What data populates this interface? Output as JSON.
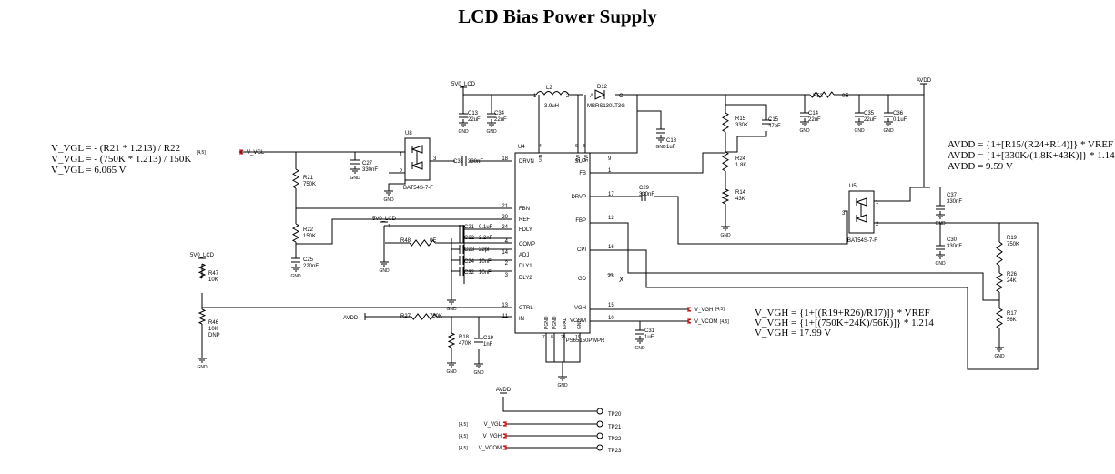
{
  "title": "LCD Bias Power Supply",
  "equations": {
    "vgl": [
      "V_VGL = - (R21 * 1.213) / R22",
      "V_VGL = - (750K * 1.213) / 150K",
      "V_VGL = 6.065 V"
    ],
    "avdd": [
      "AVDD = {1+[R15/(R24+R14)]} * VREF",
      "AVDD = {1+[330K/(1.8K+43K)]} * 1.146",
      "AVDD = 9.59 V"
    ],
    "vgh": [
      "V_VGH = {1+[(R19+R26)/R17)]} * VREF",
      "V_VGH = {1+[(750K+24K)/56K)]} * 1.214",
      "V_VGH = 17.99 V"
    ]
  },
  "nets": {
    "five_v_lcd": "5V0_LCD",
    "avdd": "AVDD",
    "gnd": "GND",
    "v_vgl": "V_VGL",
    "v_vgh": "V_VGH",
    "v_vcom": "V_VCOM",
    "sheet_ref": "[4,5]"
  },
  "ic": {
    "ref": "U4",
    "part": "TPS65150PWPR",
    "left_pins": [
      {
        "num": "18",
        "name": "DRVN"
      },
      {
        "num": "21",
        "name": "FBN"
      },
      {
        "num": "20",
        "name": "REF"
      },
      {
        "num": "24",
        "name": "FDLY"
      },
      {
        "num": "4",
        "name": "COMP"
      },
      {
        "num": "14",
        "name": "ADJ"
      },
      {
        "num": "2",
        "name": "DLY1"
      },
      {
        "num": "3",
        "name": "DLY2"
      },
      {
        "num": "13",
        "name": "CTRL"
      },
      {
        "num": "11",
        "name": "IN"
      }
    ],
    "right_pins": [
      {
        "num": "9",
        "name": "SUP"
      },
      {
        "num": "1",
        "name": "FB"
      },
      {
        "num": "17",
        "name": "DRVP"
      },
      {
        "num": "12",
        "name": "FBP"
      },
      {
        "num": "16",
        "name": "CPI"
      },
      {
        "num": "23",
        "name": "GD"
      },
      {
        "num": "15",
        "name": "VGH"
      },
      {
        "num": "10",
        "name": "VCOM"
      }
    ],
    "top_pins": [
      {
        "num": "4",
        "name": "VIN"
      },
      {
        "num": "6",
        "name": "SW"
      },
      {
        "num": "5",
        "name": "SW"
      }
    ],
    "bottom_pins": [
      {
        "num": "7",
        "name": "PGND"
      },
      {
        "num": "8",
        "name": "PGND"
      },
      {
        "num": "25",
        "name": "EPAD"
      },
      {
        "num": "19",
        "name": "GND"
      }
    ]
  },
  "components": {
    "L2": {
      "ref": "L2",
      "value": "3.9uH",
      "pin1": "1",
      "pin2": "2"
    },
    "D12": {
      "ref": "D12",
      "value": "MBRS130LT3G",
      "a": "A",
      "k": "C"
    },
    "C13": {
      "ref": "C13",
      "value": "22uF"
    },
    "C34": {
      "ref": "C34",
      "value": "22uF"
    },
    "C18": {
      "ref": "C18",
      "value": "1uF"
    },
    "R15": {
      "ref": "R15",
      "value": "330K"
    },
    "C15": {
      "ref": "C15",
      "value": "47pF"
    },
    "R24": {
      "ref": "R24",
      "value": "1.8K"
    },
    "R14": {
      "ref": "R14",
      "value": "43K"
    },
    "R53": {
      "ref": "R53",
      "value": "0E"
    },
    "C14": {
      "ref": "C14",
      "value": "22uF"
    },
    "C35": {
      "ref": "C35",
      "value": "22uF"
    },
    "C36": {
      "ref": "C36",
      "value": "0.1uF"
    },
    "U8": {
      "ref": "U8",
      "value": "BAT54S-7-F",
      "p1": "1",
      "p2": "2",
      "p3": "3"
    },
    "U5": {
      "ref": "U5",
      "value": "BAT54S-7-F",
      "p1": "1",
      "p2": "2",
      "p3": "3"
    },
    "C27": {
      "ref": "C27",
      "value": "330nF"
    },
    "C33": {
      "ref": "C33",
      "value": "330nF"
    },
    "R21": {
      "ref": "R21",
      "value": "750K"
    },
    "R22": {
      "ref": "R22",
      "value": "150K"
    },
    "C25": {
      "ref": "C25",
      "value": "220nF"
    },
    "C21": {
      "ref": "C21",
      "value": "0.1uF"
    },
    "C22": {
      "ref": "C22",
      "value": "2.2nF"
    },
    "C23": {
      "ref": "C23",
      "value": "22pF"
    },
    "C24": {
      "ref": "C24",
      "value": "10nF"
    },
    "C32": {
      "ref": "C32",
      "value": "10nF"
    },
    "R48": {
      "ref": "R48",
      "value": "0E"
    },
    "R47": {
      "ref": "R47",
      "value": "10K"
    },
    "R46": {
      "ref": "R46",
      "value": "10K",
      "note": "DNP"
    },
    "R27": {
      "ref": "R27",
      "value": "750K"
    },
    "R18": {
      "ref": "R18",
      "value": "470K"
    },
    "C19": {
      "ref": "C19",
      "value": "1nF"
    },
    "C31": {
      "ref": "C31",
      "value": "1uF"
    },
    "C29": {
      "ref": "C29",
      "value": "330nF"
    },
    "C37": {
      "ref": "C37",
      "value": "330nF"
    },
    "C30": {
      "ref": "C30",
      "value": "330nF"
    },
    "R19": {
      "ref": "R19",
      "value": "750K"
    },
    "R26": {
      "ref": "R26",
      "value": "24K"
    },
    "R17": {
      "ref": "R17",
      "value": "56K"
    }
  },
  "misc": {
    "gd_pin": "23",
    "no_connect": "X"
  },
  "test_points": [
    {
      "ref": "TP20",
      "net": "AVDD"
    },
    {
      "ref": "TP21",
      "net": "V_VGL"
    },
    {
      "ref": "TP22",
      "net": "V_VGH"
    },
    {
      "ref": "TP23",
      "net": "V_VCOM"
    }
  ]
}
